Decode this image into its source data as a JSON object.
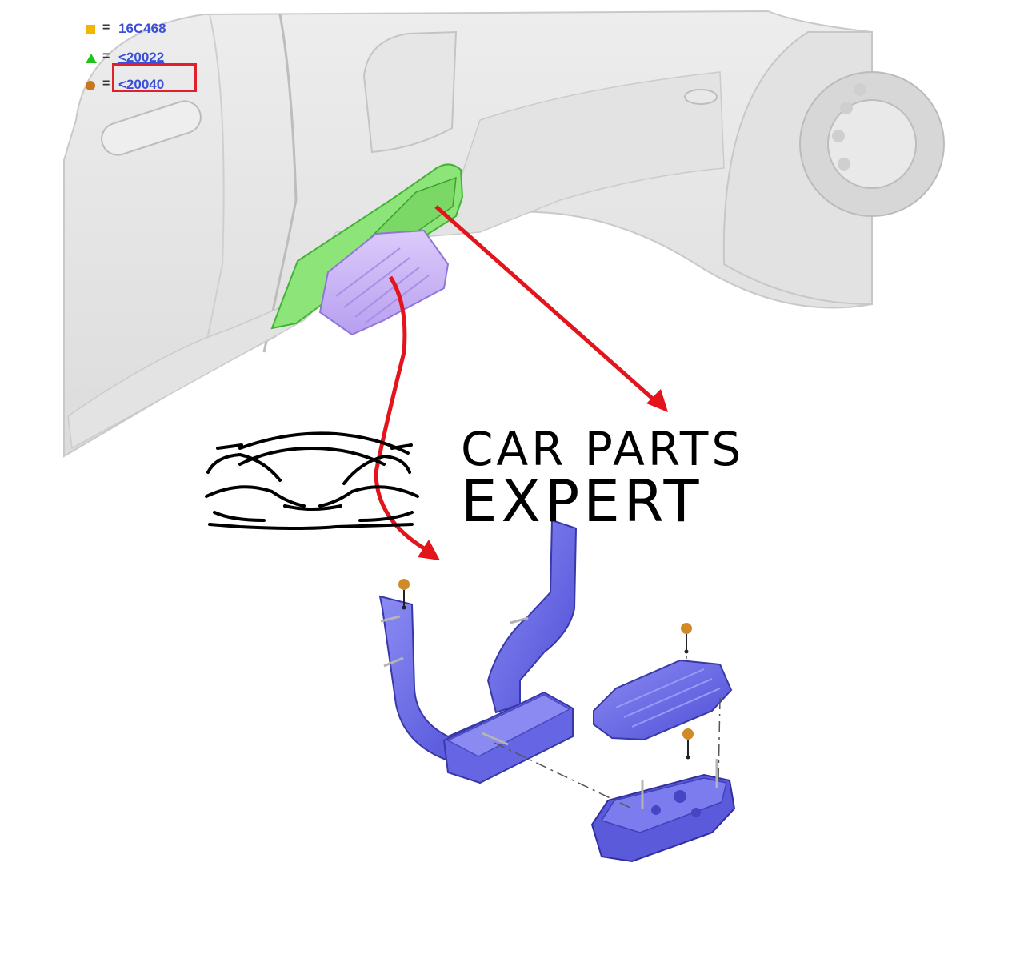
{
  "legend": {
    "items": [
      {
        "symbol": "orange-square-icon",
        "equals": "=",
        "code": "16C468",
        "color": "#f2b600"
      },
      {
        "symbol": "green-triangle-icon",
        "equals": "=",
        "code": "<20022",
        "color": "#22c21e"
      },
      {
        "symbol": "brown-circle-icon",
        "equals": "=",
        "code": "<20040",
        "color": "#c8771c"
      }
    ],
    "highlight_color": "#e0202a"
  },
  "brand": {
    "line1": "CAR PARTS",
    "line2": "EXPERT"
  },
  "colors": {
    "body_panel": "#e9e9e9",
    "bracket_green": "#7de06b",
    "step_pad_purple": "#c9b3f4",
    "part_blue": "#6a6ae8",
    "arrow_red": "#e3141c",
    "fastener_orange": "#d08a28"
  }
}
